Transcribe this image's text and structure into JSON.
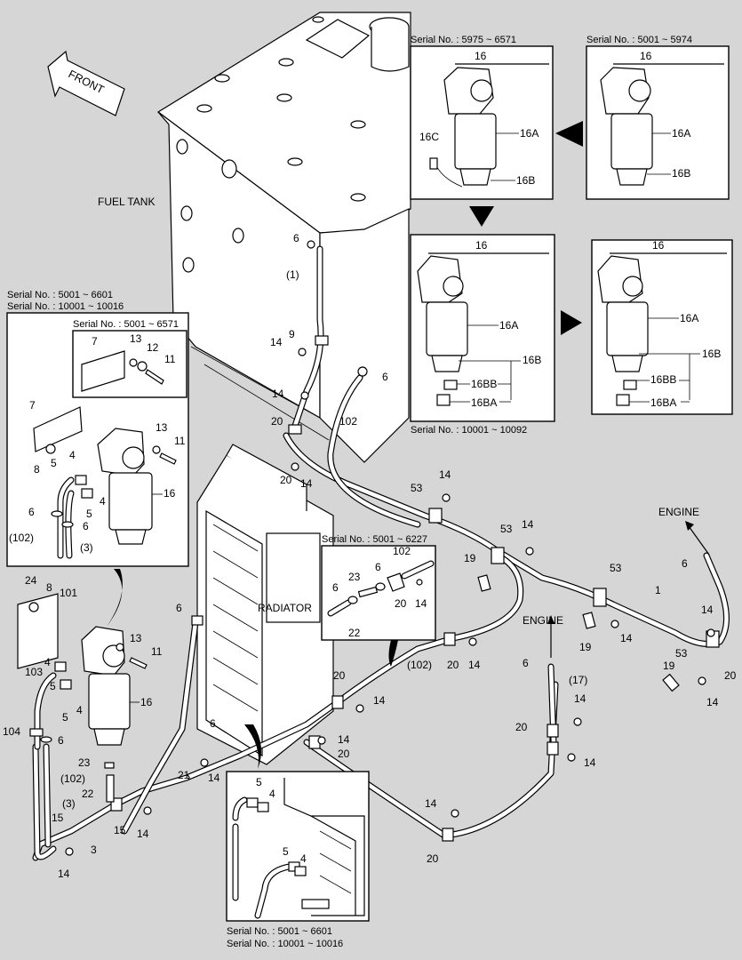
{
  "labels": {
    "front": "FRONT",
    "fuel_tank": "FUEL TANK",
    "radiator": "RADIATOR",
    "engine_right": "ENGINE",
    "engine_mid": "ENGINE"
  },
  "serials": {
    "top_left_box": "Serial No. : 5975 ~ 6571",
    "top_right_box": "Serial No. : 5001 ~ 5974",
    "mid_left_box": "Serial No. : 10001 ~ 10092",
    "left_panel_a": "Serial No. : 5001 ~ 6601",
    "left_panel_b": "Serial No. : 10001 ~ 10016",
    "left_panel_inner": "Serial No. : 5001 ~ 6571",
    "center_box": "Serial No. : 5001 ~ 6227",
    "bottom_box_a": "Serial No. : 5001 ~ 6601",
    "bottom_box_b": "Serial No. : 10001 ~ 10016"
  },
  "parts": {
    "p1": "1",
    "p1p": "(1)",
    "p3": "3",
    "p3p": "(3)",
    "p4": "4",
    "p5": "5",
    "p6": "6",
    "p7": "7",
    "p8": "8",
    "p9": "9",
    "p11": "11",
    "p12": "12",
    "p13": "13",
    "p14": "14",
    "p15": "15",
    "p16": "16",
    "p16A": "16A",
    "p16B": "16B",
    "p16C": "16C",
    "p16BA": "16BA",
    "p16BB": "16BB",
    "p17p": "(17)",
    "p19": "19",
    "p20": "20",
    "p21": "21",
    "p22": "22",
    "p23": "23",
    "p24": "24",
    "p53": "53",
    "p101": "101",
    "p102": "102",
    "p102p": "(102)",
    "p103": "103",
    "p104": "104"
  },
  "colors": {
    "background": "#d6d6d6",
    "line": "#000000",
    "panel": "#ffffff"
  }
}
